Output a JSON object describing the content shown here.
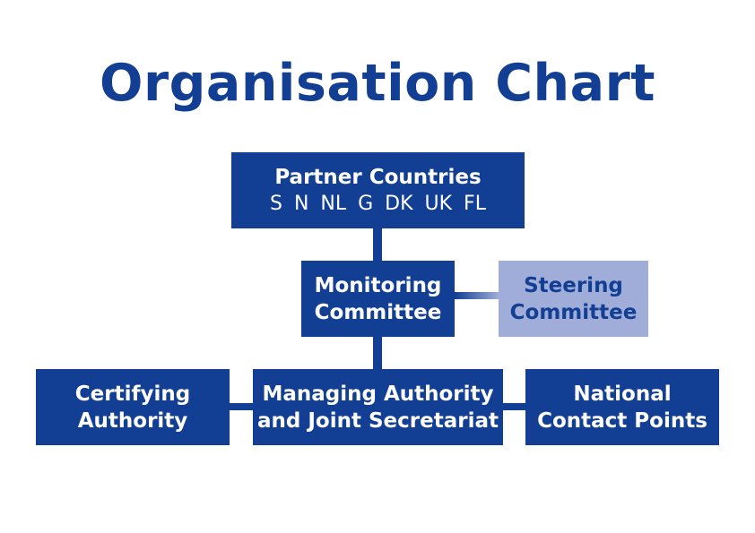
{
  "title": "Organisation Chart",
  "nodes": {
    "partner_countries": {
      "label": "Partner Countries",
      "countries": "S N NL G DK UK FL"
    },
    "monitoring_committee": {
      "line1": "Monitoring",
      "line2": "Committee"
    },
    "steering_committee": {
      "line1": "Steering",
      "line2": "Committee"
    },
    "certifying_authority": {
      "line1": "Certifying",
      "line2": "Authority"
    },
    "managing_authority": {
      "line1": "Managing Authority",
      "line2": "and Joint Secretariat"
    },
    "national_contact_points": {
      "line1": "National",
      "line2": "Contact Points"
    }
  },
  "colors": {
    "primary": "#123f93",
    "secondary": "#9fadd8",
    "text_light": "#ffffff"
  }
}
